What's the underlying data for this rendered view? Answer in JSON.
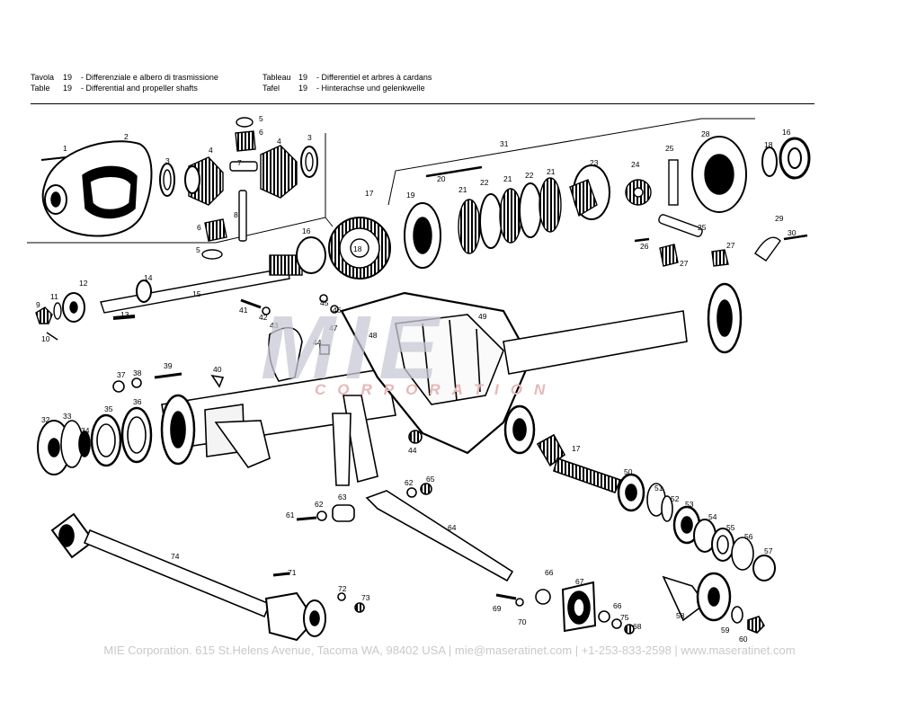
{
  "header": {
    "rows": [
      {
        "kind": "Tavola",
        "num": "19",
        "text": "- Differenziale e albero di trasmissione"
      },
      {
        "kind": "Table",
        "num": "19",
        "text": "- Differential and propeller shafts"
      },
      {
        "kind": "Tableau",
        "num": "19",
        "text": "- Differentiel et arbres à cardans"
      },
      {
        "kind": "Tafel",
        "num": "19",
        "text": "- Hinterachse und gelenkwelle"
      }
    ]
  },
  "watermark": {
    "logo": "MIE",
    "sub": "CORPORATION",
    "color": "#c9c9d6"
  },
  "parts": {
    "p1": "1",
    "p2": "2",
    "p3a": "3",
    "p3b": "3",
    "p4a": "4",
    "p4b": "4",
    "p5a": "5",
    "p5b": "5",
    "p6a": "6",
    "p6b": "6",
    "p7": "7",
    "p8": "8",
    "p9": "9",
    "p10": "10",
    "p11": "11",
    "p12": "12",
    "p13": "13",
    "p14": "14",
    "p15": "15",
    "p16a": "16",
    "p16b": "16",
    "p17a": "17",
    "p17b": "17",
    "p18a": "18",
    "p18b": "18",
    "p19": "19",
    "p20": "20",
    "p21a": "21",
    "p21b": "21",
    "p21c": "21",
    "p22a": "22",
    "p22b": "22",
    "p23": "23",
    "p24": "24",
    "p25a": "25",
    "p25b": "25",
    "p26": "26",
    "p27a": "27",
    "p27b": "27",
    "p28": "28",
    "p29": "29",
    "p30": "30",
    "p31": "31",
    "p32": "32",
    "p33": "33",
    "p34": "34",
    "p35": "35",
    "p36": "36",
    "p37": "37",
    "p38": "38",
    "p39": "39",
    "p40": "40",
    "p41": "41",
    "p42": "42",
    "p43": "43",
    "p44a": "44",
    "p44b": "44",
    "p45": "45",
    "p46": "46",
    "p47": "47",
    "p48": "48",
    "p49": "49",
    "p50": "50",
    "p51": "51",
    "p52": "52",
    "p53": "53",
    "p54": "54",
    "p55": "55",
    "p56": "56",
    "p57": "57",
    "p58": "58",
    "p59": "59",
    "p60": "60",
    "p61": "61",
    "p62a": "62",
    "p62b": "62",
    "p63": "63",
    "p64": "64",
    "p65": "65",
    "p66a": "66",
    "p66b": "66",
    "p67": "67",
    "p68": "68",
    "p69": "69",
    "p70": "70",
    "p71": "71",
    "p72": "72",
    "p73": "73",
    "p74": "74",
    "p75": "75"
  },
  "footer": "MIE Corporation. 615 St.Helens Avenue, Tacoma WA, 98402 USA  |  mie@maseratinet.com  |  +1-253-833-2598  |  www.maseratinet.com"
}
